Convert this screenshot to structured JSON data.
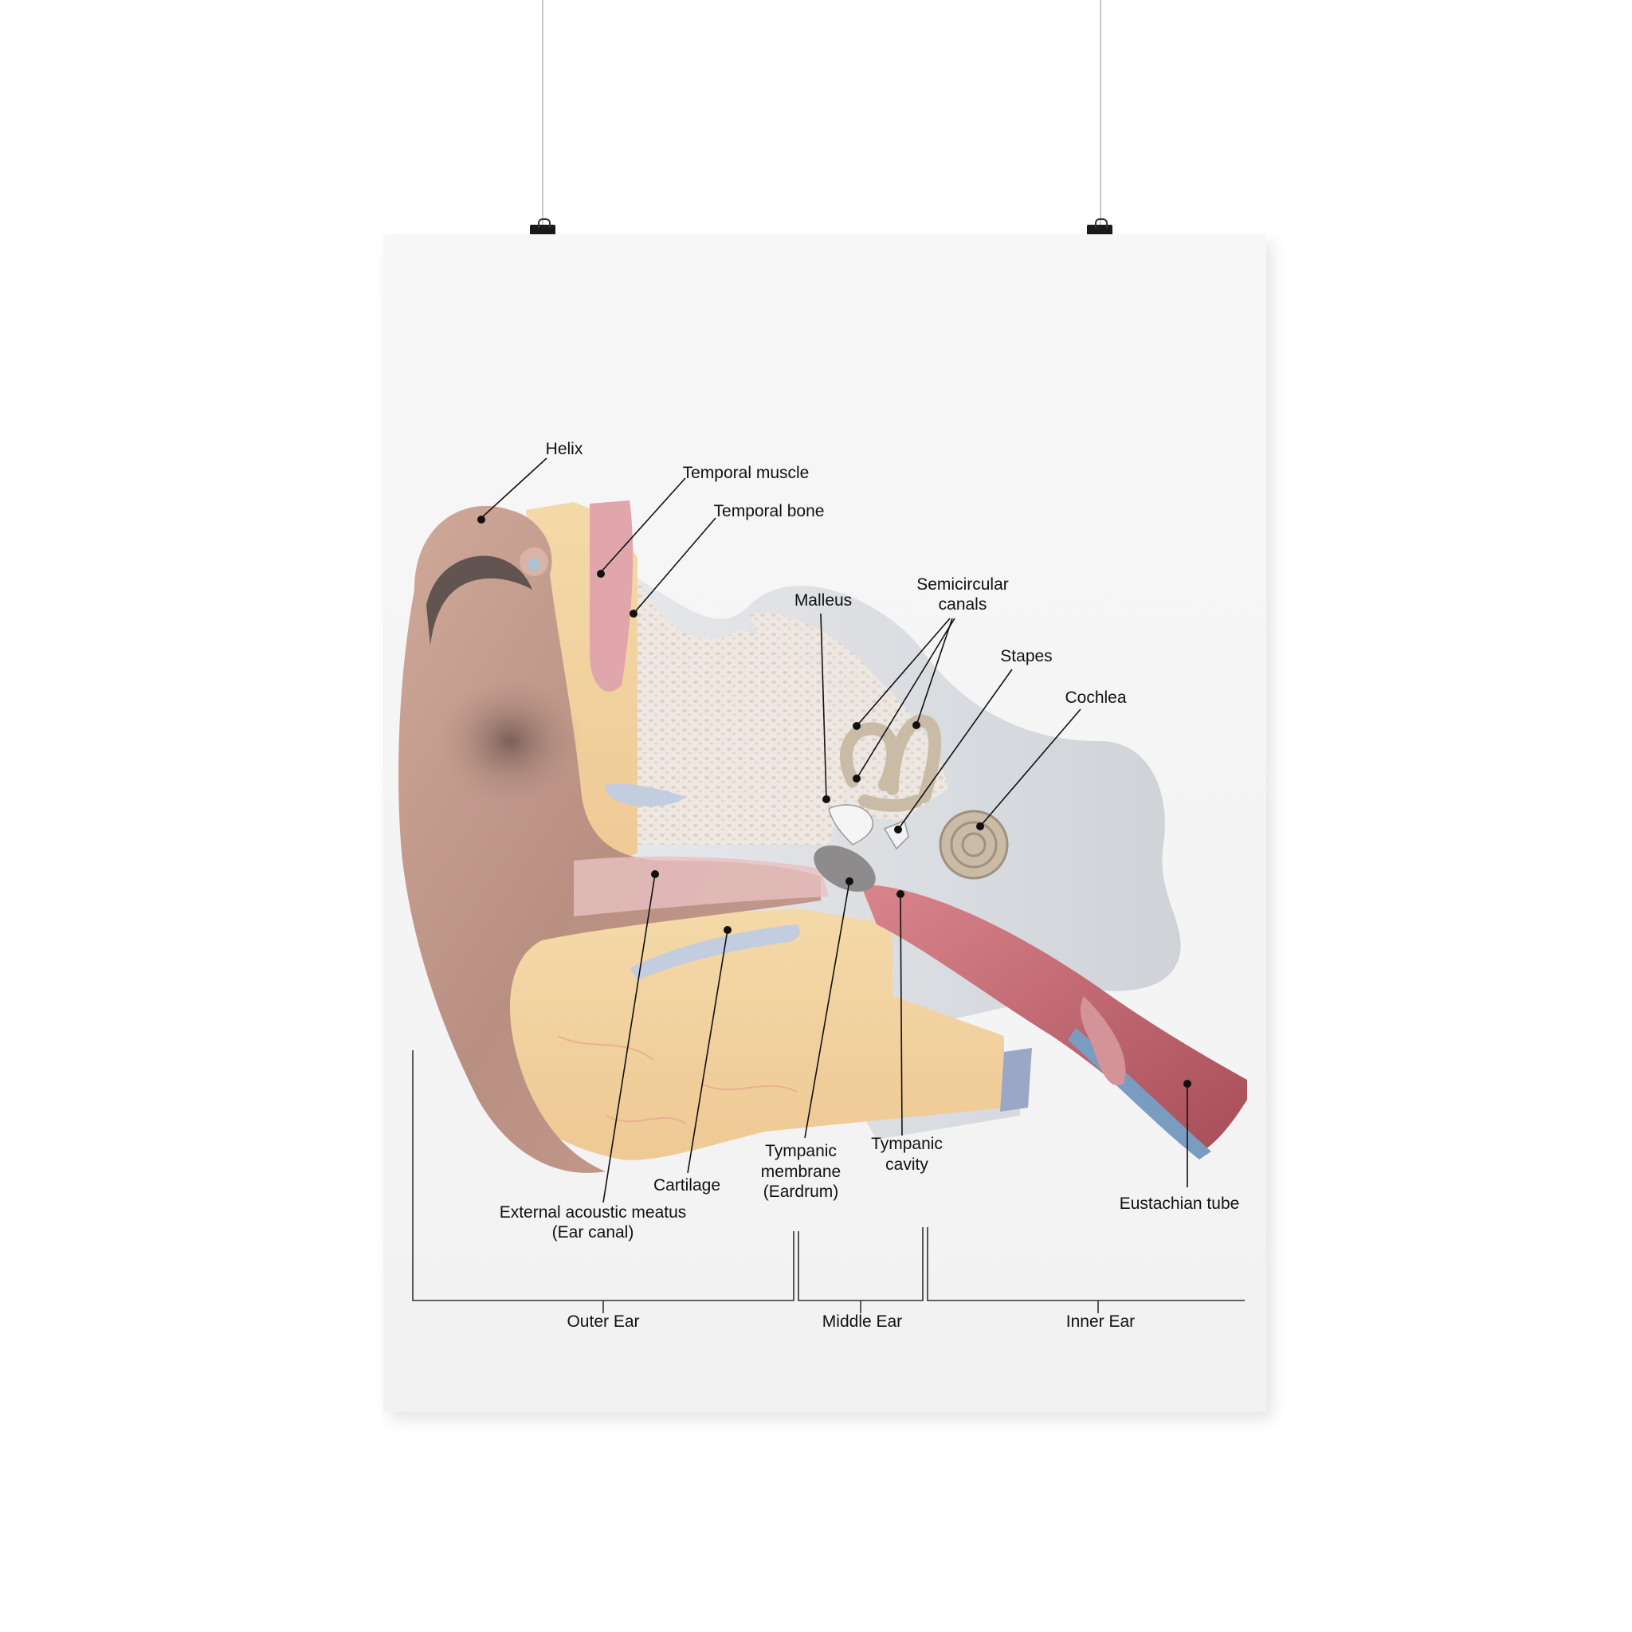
{
  "labels": {
    "helix": "Helix",
    "temporal_muscle": "Temporal muscle",
    "temporal_bone": "Temporal bone",
    "malleus": "Malleus",
    "semicircular_1": "Semicircular",
    "semicircular_2": "canals",
    "stapes": "Stapes",
    "cochlea": "Cochlea",
    "ear_canal_1": "External acoustic meatus",
    "ear_canal_2": "(Ear canal)",
    "cartilage": "Cartilage",
    "tympanic_membrane_1": "Tympanic",
    "tympanic_membrane_2": "membrane",
    "tympanic_membrane_3": "(Eardrum)",
    "tympanic_cavity_1": "Tympanic",
    "tympanic_cavity_2": "cavity",
    "eustachian_tube": "Eustachian tube"
  },
  "sections": {
    "outer": "Outer Ear",
    "middle": "Middle Ear",
    "inner": "Inner Ear"
  },
  "colors": {
    "skin": "#c9a293",
    "cartilage": "#f2d3a0",
    "muscle": "#e3a9ae",
    "bone": "#e9e4de",
    "tissue_gray": "#dfe1e4",
    "tube_red": "#c46a72",
    "tube_blue": "#7a9cc0",
    "cochlea": "#c9bba6"
  }
}
